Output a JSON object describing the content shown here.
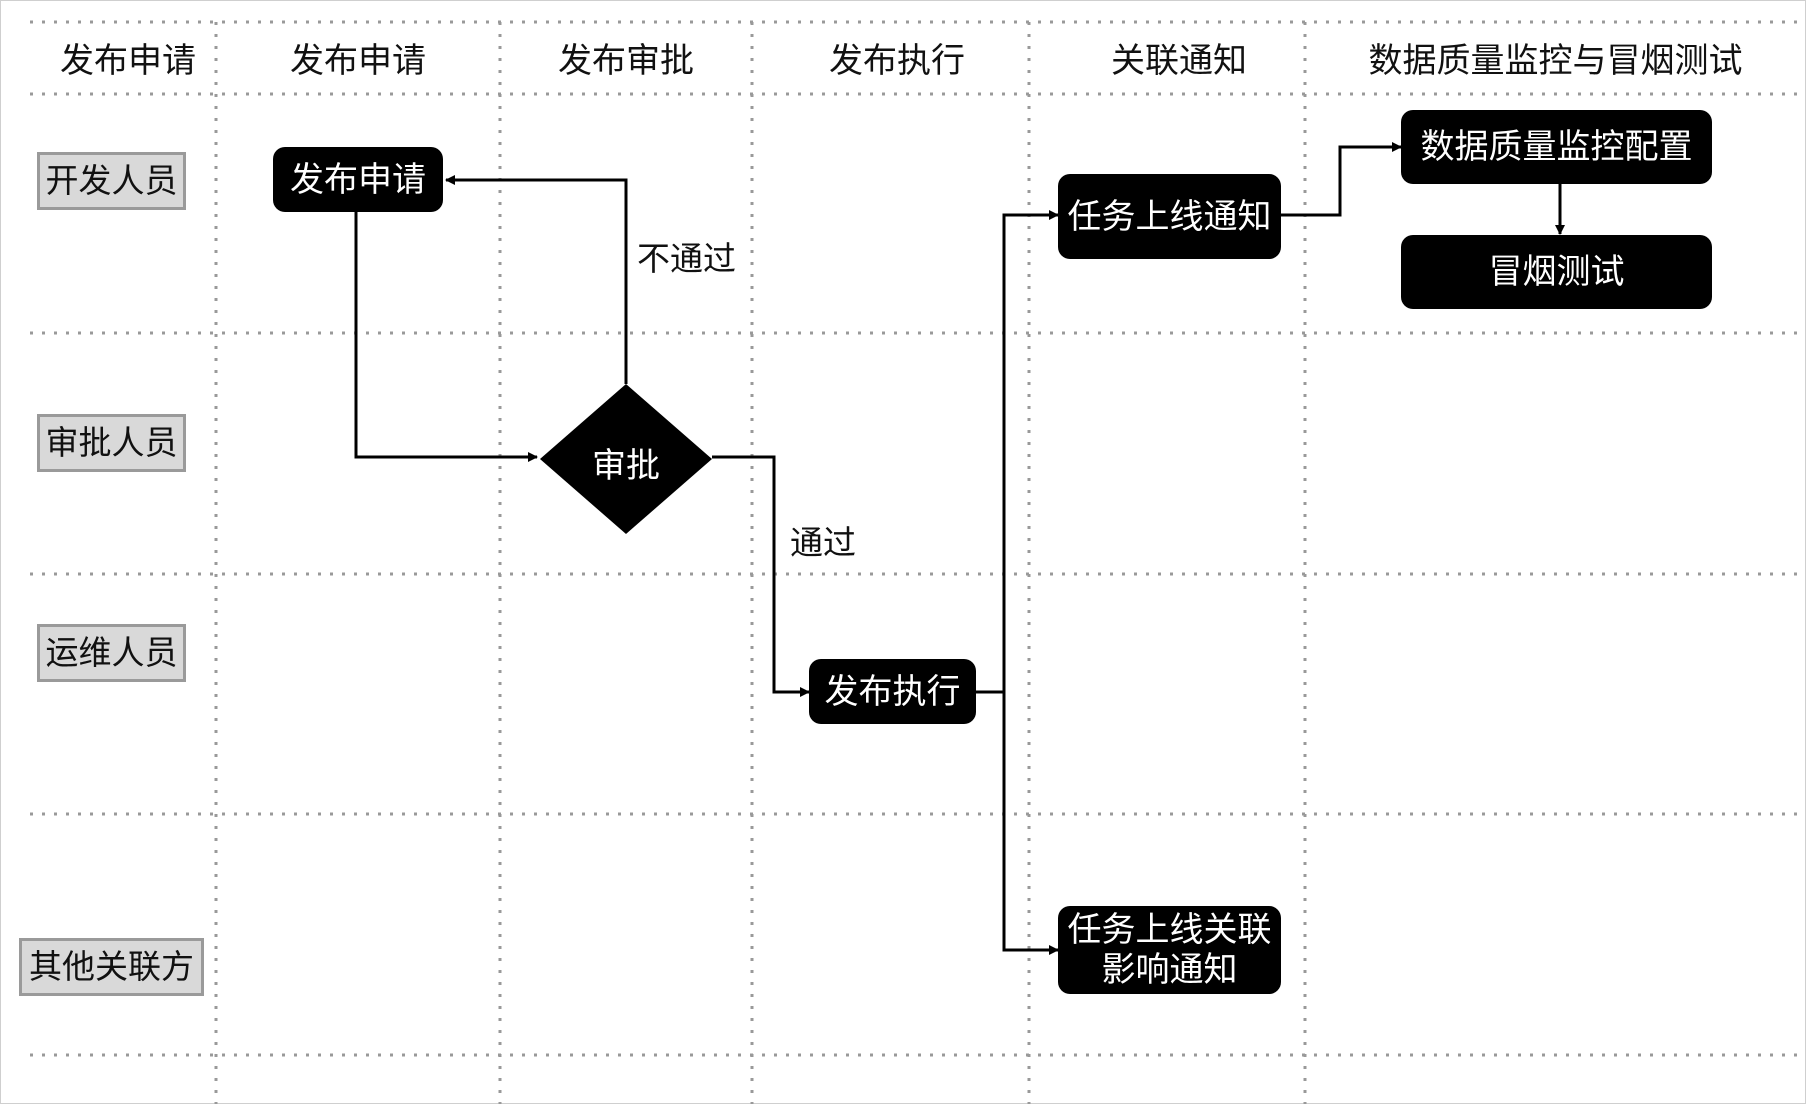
{
  "columns": [
    "发布申请",
    "发布申请",
    "发布审批",
    "发布执行",
    "关联通知",
    "数据质量监控与冒烟测试"
  ],
  "lanes": [
    "开发人员",
    "审批人员",
    "运维人员",
    "其他关联方"
  ],
  "nodes": {
    "submit_request": "发布申请",
    "approval": "审批",
    "execute_release": "发布执行",
    "task_online_notice": "任务上线通知",
    "dq_monitor_config": "数据质量监控配置",
    "smoke_test": "冒烟测试",
    "impact_notice": "任务上线关联\n影响通知"
  },
  "edges": {
    "reject_label": "不通过",
    "pass_label": "通过"
  }
}
